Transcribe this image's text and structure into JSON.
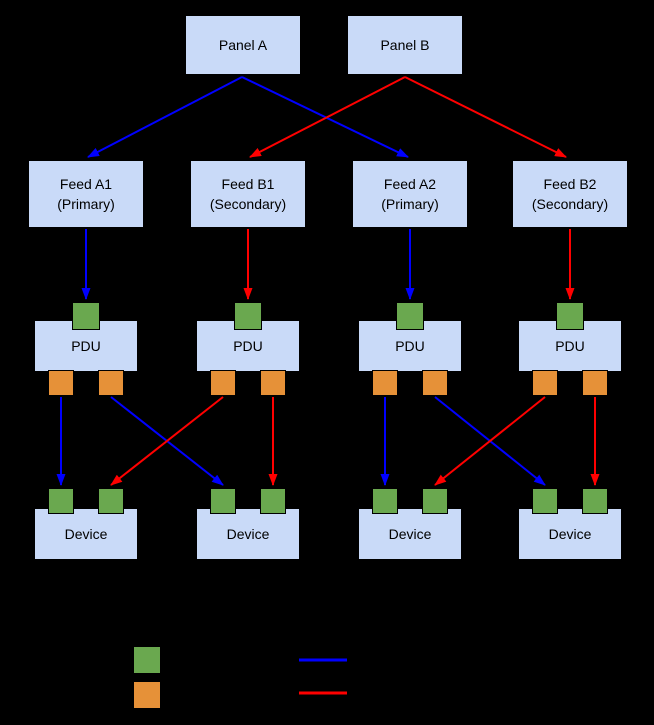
{
  "colors": {
    "background": "#000000",
    "node_fill": "#c9daf8",
    "node_border": "#000000",
    "input_port_green": "#6aa84f",
    "output_port_orange": "#e69138",
    "primary_path_blue": "#0000ff",
    "secondary_path_red": "#ff0000"
  },
  "panels": [
    {
      "label": "Panel A"
    },
    {
      "label": "Panel B"
    }
  ],
  "feeds": [
    {
      "line1": "Feed A1",
      "line2": "(Primary)"
    },
    {
      "line1": "Feed B1",
      "line2": "(Secondary)"
    },
    {
      "line1": "Feed A2",
      "line2": "(Primary)"
    },
    {
      "line1": "Feed B2",
      "line2": "(Secondary)"
    }
  ],
  "pdus": [
    {
      "label": "PDU"
    },
    {
      "label": "PDU"
    },
    {
      "label": "PDU"
    },
    {
      "label": "PDU"
    }
  ],
  "devices": [
    {
      "label": "Device"
    },
    {
      "label": "Device"
    },
    {
      "label": "Device"
    },
    {
      "label": "Device"
    }
  ]
}
